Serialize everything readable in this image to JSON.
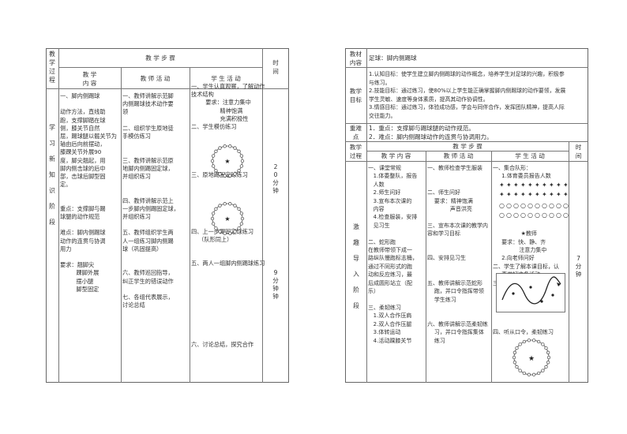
{
  "left": {
    "headers": {
      "process": "教学过程",
      "steps": "教 学 步 骤",
      "content": "教 学\n内 容",
      "teacher": "教 师 活 动",
      "student": "学 生 活 动",
      "time": "时\n间"
    },
    "stage": "学\n\n习\n\n新\n\n知\n\n识\n\n阶\n\n段",
    "content": "一、脚内侧踢球\n\n动作方法，直线助\n跑，支撑脚踏在球\n侧，膝关节自然\n屈，踢球腿以髋关节为\n轴由后向前摆动，\n膝踝关节外展90\n度，脚尖翘起，用\n脚内侧击球的后中\n部，击球后脚型固\n定。\n\n\n重点：支撑脚与踢\n球腿的动作规范\n\n难点：脚内侧踢球\n动作的连贯与协调\n用力\n\n要求：翘脚尖\n         踝脚外展\n         摆小腿\n         脚型固定",
    "teacher": "一、教师讲解示范脚\n内侧踢球技术动作要\n领\n\n二、组织学生原地徒\n手模仿练习\n\n\n三、教师讲解示范原\n地脚内侧踢固定球，\n并组织练习\n\n\n四、教师讲解示范上\n一步脚内侧踢固定球，\n并组织练习\n\n五、教师组织学生两\n人一组练习脚内侧踢\n球（巩固提高）\n\n\n六、教师巡回指导，\n纠正学生的错误动作\n\n七、各组代表展示，\n讨论总结",
    "student": "一、学生认真观察，了解动作\n技术结构\n        要求：注意力集中\n                精神饱满\n                充满积极性\n二、学生模仿练习\n\n\n\n\n\n三、原地踢固定球练习\n\n\n\n\n\n\n四、上一步踢固定球练习\n    （队形同上）\n\n\n五、两人一组脚内侧踢球练习\n\n\n\n\n\n\n\n\n\n六、讨论总结，探究合作",
    "time1": "2\n0\n分\n钟",
    "time2": "9\n分\n钟\n钟"
  },
  "right": {
    "material_label": "教材\n内容",
    "material_value": "足球：脚内侧踢球",
    "goal_label": "教学\n目标",
    "goals": "1.认知目标：使学生建立脚内侧踢球的动作概念，培养学生对足球的兴趣，积极参\n与练习。\n2.技能目标：通过练习，使80%以上学生能正确掌握脚内侧踢球的动作要领，发展\n学生灵敏、速度等身体素质，提高其动作协调性。\n3.情感目标：通过练习，体验成功感，学会与同伴合作，发挥团队精神，提高人际\n交往能力。",
    "key_label": "重难\n点",
    "keys": "1．重点：支撑脚与踢球腿的动作规范。\n2．难点：脚内侧踢球动作的连贯与协调用力。",
    "headers": {
      "process": "教学\n过程",
      "steps": "教 学 步 骤",
      "time": "时\n间",
      "content": "教 学 内 容",
      "teacher": "教 师 活 动",
      "student": "学 生 活 动"
    },
    "stage": "激\n\n趣\n\n导\n\n入\n\n阶\n\n段",
    "content": "一、课堂常规\n   1.体委整队，报告\n   人数\n   2.师生问好\n   3.宣布本次课的\n   内容\n   4.检查服装，安排\n   见习生\n\n二、蛇形跑\n在教师带领下成一\n路纵队慢跑标志桶，\n通过不同形式的跑\n动和反应练习，最\n后成圆形站立（配\n乐）\n\n三、柔韧练习\n   1.双人合作压肩\n   2.双人合作压腿\n   3.体转运动\n   4.活动踝膝关节",
    "teacher": "一、教师检查学生服装\n\n\n二、师生问好\n    要求：精神饱满\n             声音洪亮\n\n三、宣布本次课的教学内\n容和学习目标\n\n\n四、安排见习生\n\n\n五、教师讲解示范蛇形\n    跑，并口令指挥带领\n    学生练习\n\n\n六、教师讲解示范柔韧练\n    习，并口令指挥集体\n    练习",
    "student": "一、集合队形：\n     1.体育委员报告人数\n\n\n\n\n\n\n                ★教师\n     要求：快、静、齐\n               注意力集中\n     2.向老师问好\n二、学生了解本课目标，认\n     真做好准备活动\n三、蛇形跑\n\n\n\n\n\n四、听从口令，柔韧练习",
    "time": "7\n分\n钟"
  }
}
